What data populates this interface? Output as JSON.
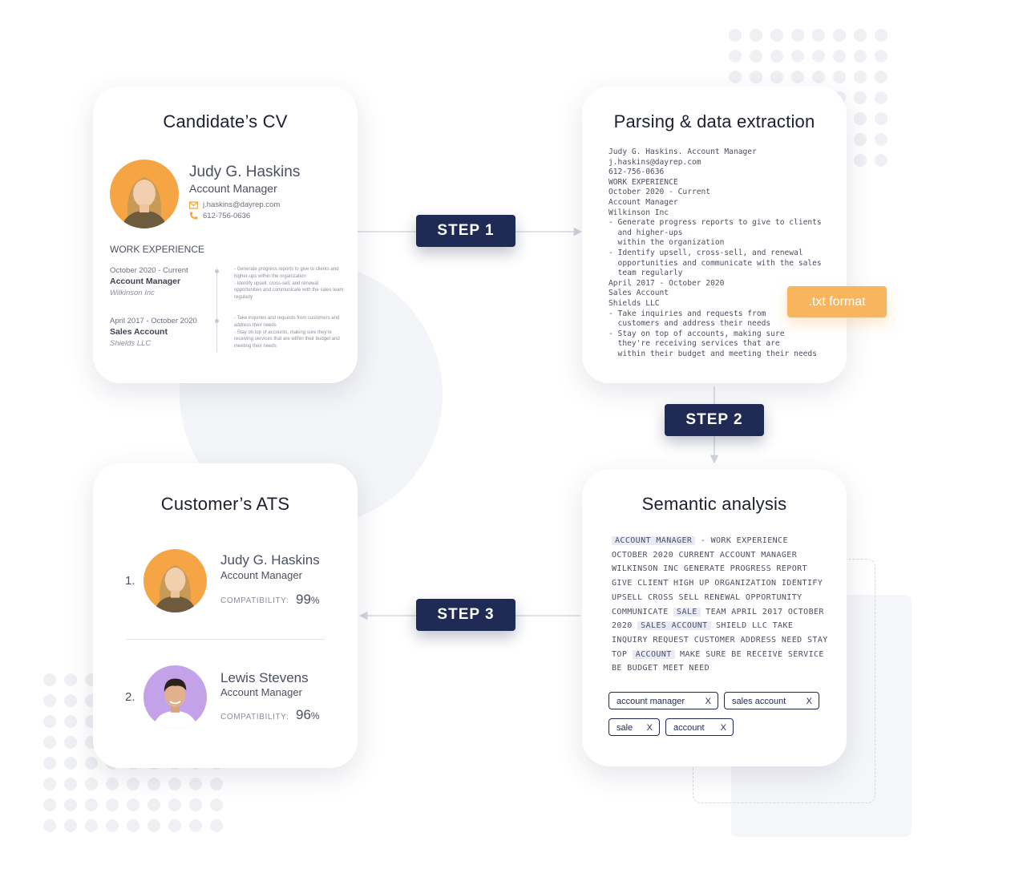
{
  "colors": {
    "navy": "#1f2b54",
    "orange": "#f9b55e",
    "avatar_orange": "#f6a544",
    "avatar_purple": "#c4a2ea"
  },
  "steps": {
    "step1": "STEP 1",
    "step2": "STEP 2",
    "step3": "STEP 3"
  },
  "cv_card": {
    "title": "Candidate’s CV",
    "name": "Judy G. Haskins",
    "role": "Account Manager",
    "email": "j.haskins@dayrep.com",
    "phone": "612-756-0636",
    "section": "WORK EXPERIENCE",
    "jobs": [
      {
        "dates": "October 2020 - Current",
        "title": "Account Manager",
        "company": "Wilkinson Inc",
        "bullets": "- Generate progress reports to give to clients and higher-ups within the organization\n- Identify upsell, cross-sell, and renewal opportunities and communicate with the sales team regularly"
      },
      {
        "dates": "April 2017 - October 2020",
        "title": "Sales Account",
        "company": "Shields LLC",
        "bullets": "- Take inquiries and requests from customers and address their needs\n- Stay on top of accounts, making sure they're receiving services that are within their budget and meeting their needs"
      }
    ]
  },
  "parsing_card": {
    "title": "Parsing & data extraction",
    "text": "Judy G. Haskins. Account Manager\nj.haskins@dayrep.com\n612-756-0636\nWORK EXPERIENCE\nOctober 2020 - Current\nAccount Manager\nWilkinson Inc\n- Generate progress reports to give to clients\n  and higher-ups\n  within the organization\n- Identify upsell, cross-sell, and renewal\n  opportunities and communicate with the sales\n  team regularly\nApril 2017 - October 2020\nSales Account\nShields LLC\n- Take inquiries and requests from\n  customers and address their needs\n- Stay on top of accounts, making sure\n  they're receiving services that are\n  within their budget and meeting their needs",
    "badge": ".txt format"
  },
  "semantic_card": {
    "title": "Semantic analysis",
    "segments": [
      {
        "text": "ACCOUNT MANAGER",
        "hl": true
      },
      {
        "text": " - WORK EXPERIENCE OCTOBER 2020 CURRENT ACCOUNT MANAGER WILKINSON INC GENERATE PROGRESS REPORT GIVE CLIENT HIGH UP ORGANIZATION IDENTIFY UPSELL CROSS SELL RENEWAL OPPORTUNITY COMMUNICATE ",
        "hl": false
      },
      {
        "text": "SALE",
        "hl": true
      },
      {
        "text": " TEAM APRIL 2017 OCTOBER 2020 ",
        "hl": false
      },
      {
        "text": "SALES ACCOUNT",
        "hl": true
      },
      {
        "text": " SHIELD LLC TAKE INQUIRY REQUEST CUSTOMER ADDRESS NEED STAY TOP ",
        "hl": false
      },
      {
        "text": "ACCOUNT",
        "hl": true
      },
      {
        "text": " MAKE SURE BE RECEIVE SERVICE BE BUDGET MEET NEED",
        "hl": false
      }
    ],
    "tags": [
      "account manager",
      "sales account",
      "sale",
      "account"
    ],
    "tag_remove": "X"
  },
  "ats_card": {
    "title": "Customer’s ATS",
    "candidates": [
      {
        "rank": "1.",
        "name": "Judy G. Haskins",
        "role": "Account Manager",
        "label": "COMPATIBILITY:",
        "score": "99",
        "unit": "%"
      },
      {
        "rank": "2.",
        "name": "Lewis Stevens",
        "role": "Account Manager",
        "label": "COMPATIBILITY:",
        "score": "96",
        "unit": "%"
      }
    ]
  }
}
